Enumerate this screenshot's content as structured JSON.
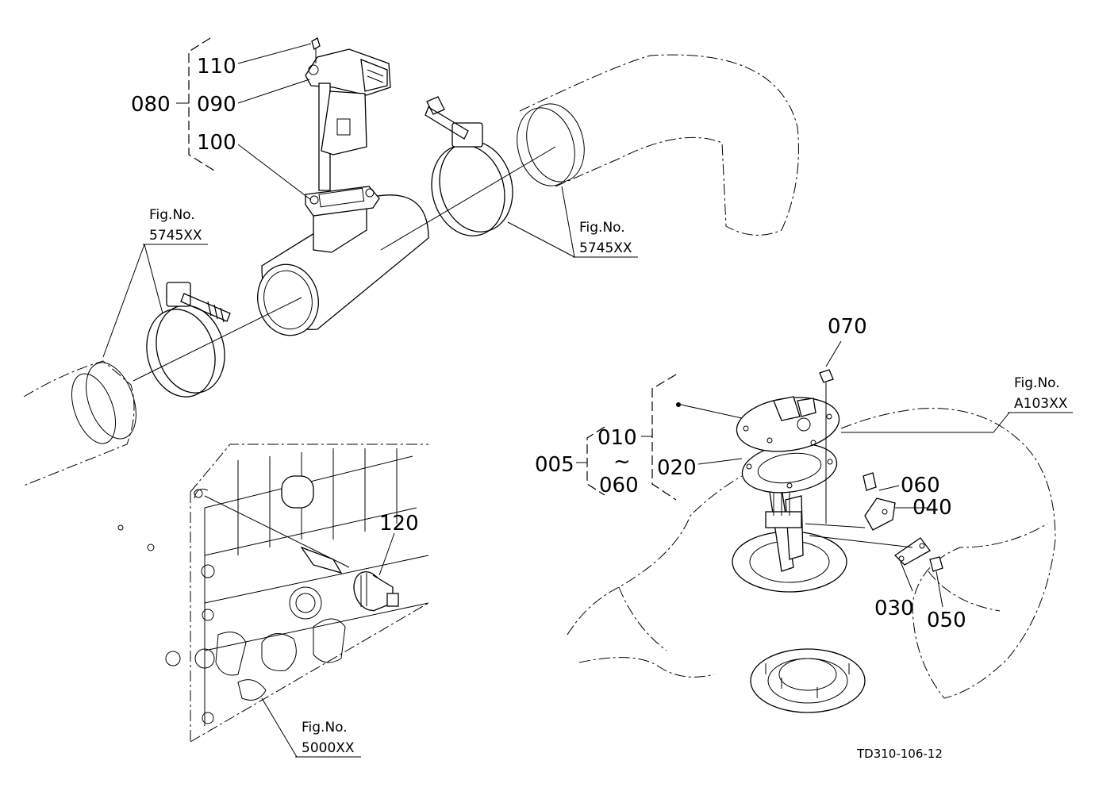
{
  "callouts": {
    "c110": "110",
    "c080": "080",
    "c090": "090",
    "c100": "100",
    "c120": "120",
    "c070": "070",
    "c010": "010",
    "c005": "005",
    "c_tilde": "~",
    "c060a": "060",
    "c020": "020",
    "c060b": "060",
    "c040": "040",
    "c030": "030",
    "c050": "050"
  },
  "figure_refs": {
    "left_hose": {
      "line1": "Fig.No.",
      "line2": "5745XX"
    },
    "right_hose": {
      "line1": "Fig.No.",
      "line2": "5745XX"
    },
    "engine_block": {
      "line1": "Fig.No.",
      "line2": "5000XX"
    },
    "fuel_tank": {
      "line1": "Fig.No.",
      "line2": "A103XX"
    }
  },
  "drawing_code": "TD310-106-12"
}
